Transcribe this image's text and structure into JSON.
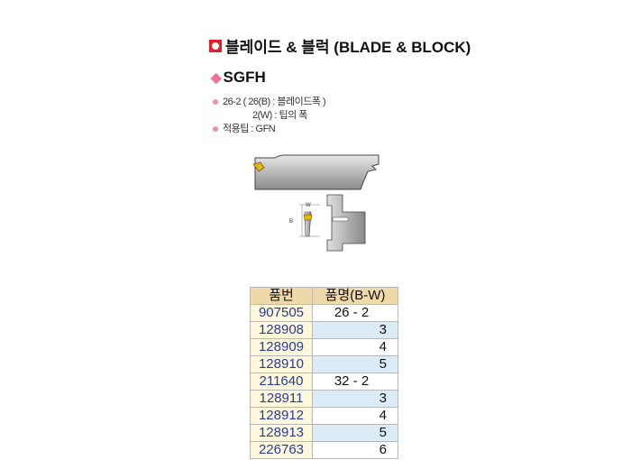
{
  "title": "블레이드 & 블럭 (BLADE & BLOCK)",
  "subtitle": "SGFH",
  "notes": {
    "model": "26-2",
    "b": "26(B) : 블레이드폭",
    "w": "2(W) : 팁의 폭",
    "tip": "적용팁 : GFN"
  },
  "diagram": {
    "w_label": "W",
    "b_label": "B"
  },
  "table": {
    "headers": [
      "품번",
      "품명(B-W)"
    ],
    "rows": [
      {
        "code": "907505",
        "name": "26 - 2"
      },
      {
        "code": "128908",
        "name": "3"
      },
      {
        "code": "128909",
        "name": "4"
      },
      {
        "code": "128910",
        "name": "5"
      },
      {
        "code": "211640",
        "name": "32 - 2"
      },
      {
        "code": "128911",
        "name": "3"
      },
      {
        "code": "128912",
        "name": "4"
      },
      {
        "code": "128913",
        "name": "5"
      },
      {
        "code": "226763",
        "name": "6"
      }
    ]
  }
}
